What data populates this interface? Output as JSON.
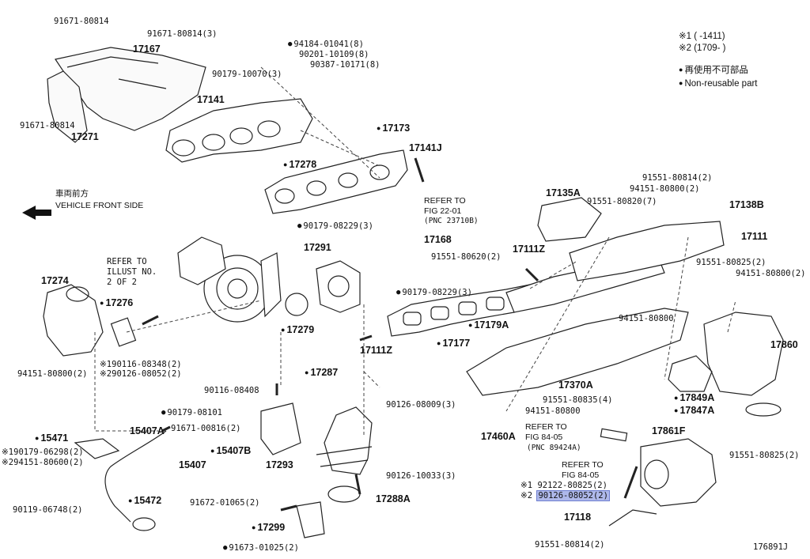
{
  "legend": {
    "range1": "※1 (       -1411)",
    "range2": "※2 (1709-        )",
    "nonreusable_jp": "再使用不可部品",
    "nonreusable_en": "Non-reusable part"
  },
  "direction": {
    "jp": "車両前方",
    "en": "VEHICLE FRONT SIDE"
  },
  "figure_id": "176891J",
  "labels": {
    "p91671_80814_a": "91671-80814",
    "p91671_80814_b": "91671-80814(3)",
    "p17167": "17167",
    "p94184": "94184-01041(8)",
    "p90201": "90201-10109(8)",
    "p90387": "90387-10171(8)",
    "p90179_10070": "90179-10070(3)",
    "p17141": "17141",
    "p91671_80814_c": "91671-80814",
    "p17271": "17271",
    "p17173": "17173",
    "p17141J": "17141J",
    "p17278": "17278",
    "refer_22_01": "REFER TO",
    "refer_22_01b": "FIG 22-01",
    "refer_22_01c": "(PNC 23710B)",
    "p90179_08229_a": "90179-08229(3)",
    "p17168": "17168",
    "p91551_80620": "91551-80620(2)",
    "p17291": "17291",
    "p17111Z_a": "17111Z",
    "p90179_08229_b": "90179-08229(3)",
    "refer_illust": "REFER TO",
    "refer_illust_b": "ILLUST NO.",
    "refer_illust_c": "2 OF 2",
    "p17274": "17274",
    "p17276": "17276",
    "p17279": "17279",
    "p17179A": "17179A",
    "p17177": "17177",
    "p17111Z_b": "17111Z",
    "p90116_08348": "90116-08348(2)",
    "p90126_08052_a": "90126-08052(2)",
    "note1": "※1",
    "note2": "※2",
    "p94151_80800_a": "94151-80800(2)",
    "p17287": "17287",
    "p90116_08408": "90116-08408",
    "p90179_08101": "90179-08101",
    "p90126_08009": "90126-08009(3)",
    "p17370A": "17370A",
    "p91551_80835": "91551-80835(4)",
    "p94151_80800_b": "94151-80800",
    "p15471": "15471",
    "p15407A": "15407A",
    "p91671_00816": "91671-00816(2)",
    "p17460A": "17460A",
    "p190179": "※190179-06298(2)",
    "p294151": "※294151-80600(2)",
    "p15407B": "15407B",
    "p15407": "15407",
    "p17293": "17293",
    "p90126_10033": "90126-10033(3)",
    "p15472": "15472",
    "p90119": "90119-06748(2)",
    "p91672": "91672-01065(2)",
    "p17288A": "17288A",
    "p17299": "17299",
    "p91673": "91673-01025(2)",
    "refer_84_05": "REFER TO",
    "refer_84_05b": "FIG 84-05",
    "refer_84_05c": "(PNC 89424A)",
    "refer_84_05d": "REFER TO",
    "refer_84_05e": "FIG 84-05",
    "p17861F": "17861F",
    "p92122": "※1 92122-80825(2)",
    "p90126_08052_b": "90126-08052(2)",
    "p17118": "17118",
    "p91551_80814_b": "91551-80814(2)",
    "p91551_80825_a": "91551-80825(2)",
    "p17135A": "17135A",
    "p91551_80814_a": "91551-80814(2)",
    "p94151_80800_c": "94151-80800(2)",
    "p91551_80820": "91551-80820(7)",
    "p17138B": "17138B",
    "p17111": "17111",
    "p91551_80825_b": "91551-80825(2)",
    "p94151_80800_d": "94151-80800(2)",
    "p94151_80800_e": "94151-80800",
    "p17860": "17860",
    "p17849A": "17849A",
    "p17847A": "17847A",
    "note2b": "※2"
  }
}
